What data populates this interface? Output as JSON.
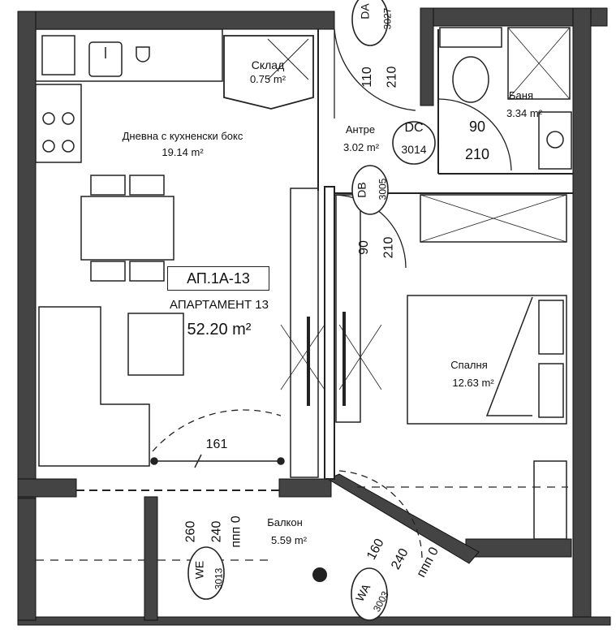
{
  "apartment": {
    "code": "АП.1А-13",
    "name": "АПАРТАМЕНТ 13",
    "area": "52.20 m²"
  },
  "rooms": {
    "living": {
      "name": "Дневна с кухненски бокс",
      "area": "19.14 m²"
    },
    "storage": {
      "name": "Склад",
      "area": "0.75 m²"
    },
    "hall": {
      "name": "Антре",
      "area": "3.02 m²"
    },
    "bath": {
      "name": "Баня",
      "area": "3.34 m²"
    },
    "bedroom": {
      "name": "Спалня",
      "area": "12.63 m²"
    },
    "balcony": {
      "name": "Балкон",
      "area": "5.59 m²"
    }
  },
  "doors": {
    "da": {
      "code": "DA",
      "num": "3027",
      "w": "110",
      "h": "210"
    },
    "dc": {
      "code": "DC",
      "num": "3014",
      "w": "90",
      "h": "210"
    },
    "db": {
      "code": "DB",
      "num": "3005",
      "w": "90",
      "h": "210"
    }
  },
  "windows": {
    "we": {
      "code": "WE",
      "num": "3013",
      "w": "260",
      "h": "240",
      "sill": "ппп 0"
    },
    "wa": {
      "code": "WA",
      "num": "3003",
      "w": "160",
      "h": "240",
      "sill": "ппп 0"
    }
  },
  "dimension": {
    "value": "161"
  }
}
